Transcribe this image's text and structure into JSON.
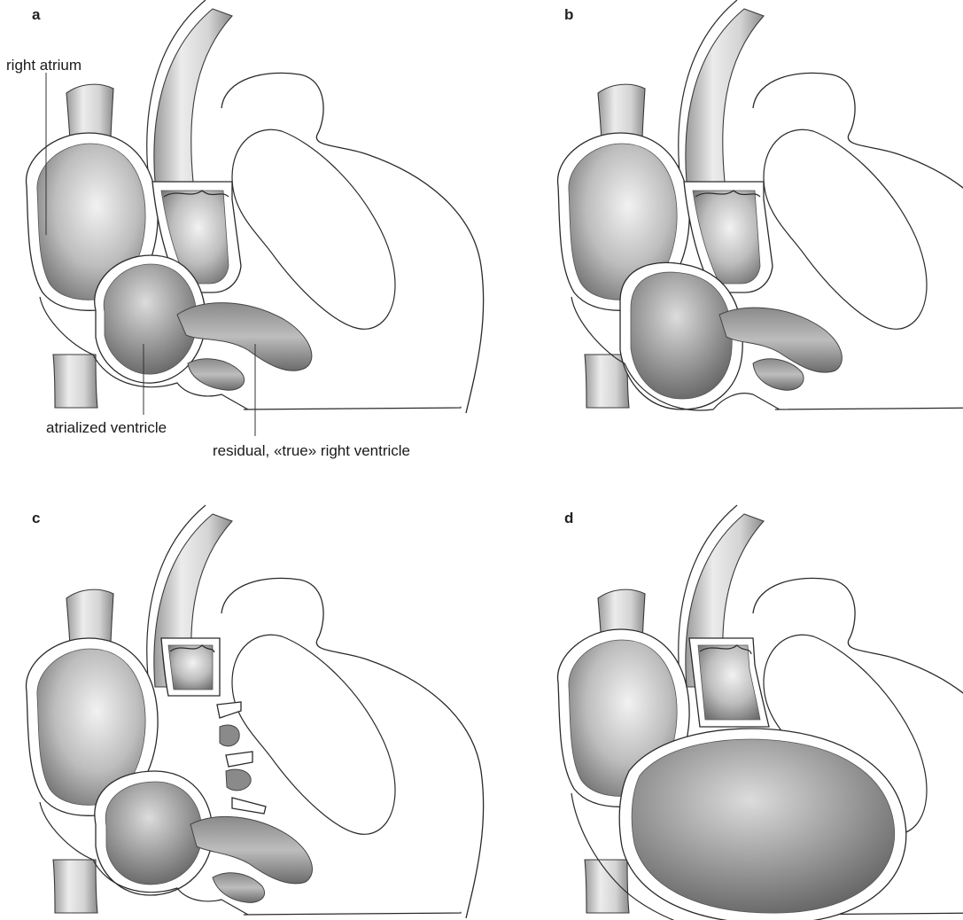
{
  "panels": {
    "a": {
      "letter": "a"
    },
    "b": {
      "letter": "b"
    },
    "c": {
      "letter": "c"
    },
    "d": {
      "letter": "d"
    }
  },
  "annotations": {
    "right_atrium": "right atrium",
    "atrialized_ventricle": "atrialized ventricle",
    "true_right_ventricle": "residual, «true» right ventricle"
  }
}
